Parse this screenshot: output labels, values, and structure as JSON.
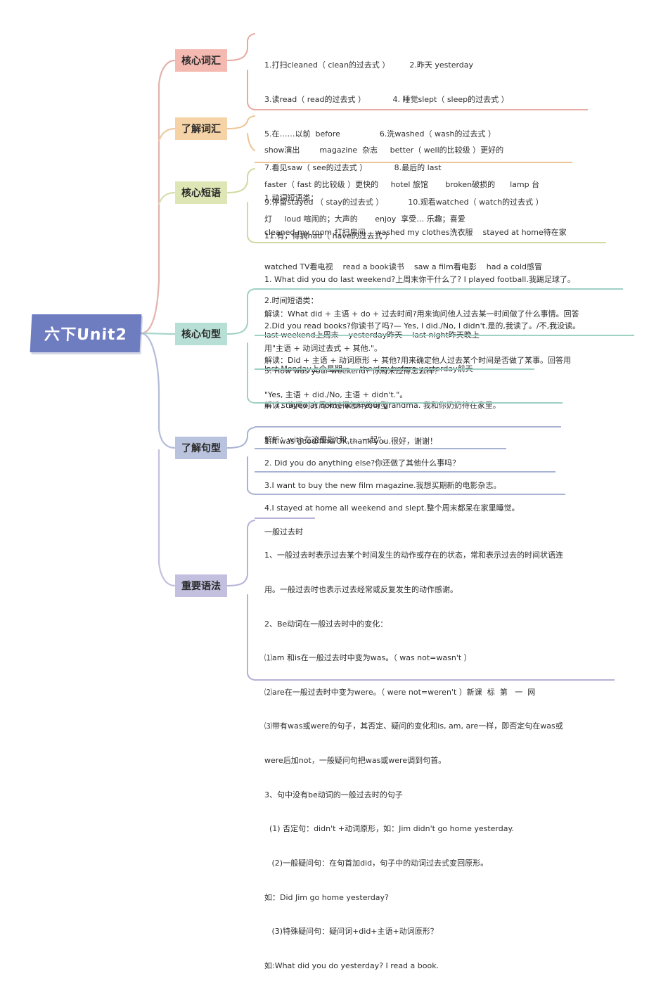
{
  "root": {
    "title": "六下Unit2"
  },
  "branches": {
    "core_vocab": {
      "label": "核心词汇",
      "lines": [
        "1.打扫cleaned（ clean的过去式 ）        2.昨天 yesterday",
        "3.读read（ read的过去式 ）           4. 睡觉slept（ sleep的过去式 ）",
        "5.在……以前  before                6.洗washed（ wash的过去式 ）",
        "7.看见saw（ see的过去式 ）           8.最后的 last",
        "9.停留stayed （ stay的过去式 ）          10.观看watched（ watch的过去式 ）",
        "11.有，得病had（ have的过去式 ）"
      ]
    },
    "know_vocab": {
      "label": "了解词汇",
      "lines": [
        "show演出        magazine  杂志     better（ well的比较级 ）更好的",
        "faster（ fast 的比较级 ）更快的     hotel 旅馆       broken破损的      lamp 台",
        "灯     loud 喧闹的；大声的       enjoy  享受… 乐趣；喜爱"
      ]
    },
    "core_phrases": {
      "label": "核心短语",
      "lines": [
        "1.动词短语类：",
        "cleaned my room 打扫房间    washed my clothes洗衣服    stayed at home待在家",
        "watched TV看电视    read a book读书    saw a film看电影    had a cold感冒",
        "2.时间短语类：",
        "last weekend上周末    yesterday昨天    last night昨天晚上",
        "last Monday上个星期一    the day before yesterday前天"
      ]
    },
    "core_sentences": {
      "label": "核心句型",
      "items": [
        {
          "lines": [
            "1. What did you do last weekend?上周末你干什么了? I played football.我踢足球了。",
            "解读：What did + 主语 + do + 过去时间?用来询问他人过去某一时间做了什么事情。回答",
            "用\"主语 + 动词过去式 + 其他.\"。"
          ]
        },
        {
          "lines": [
            "2.Did you read books?你读书了吗?— Yes, I did./No, I didn't.是的,我读了。/不,我没读。",
            "解读：Did + 主语 + 动词原形 + 其他?用来确定他人过去某个时间是否做了某事。回答用",
            "\"Yes, 主语 + did./No, 主语 + didn't.\"。"
          ]
        },
        {
          "lines": [
            "3. How was your weekend? 你周末过得怎么样？",
            "解读：询问对方周末过得怎样的句型"
          ]
        },
        {
          "lines": [
            "4.  I stayed at home with your grandma. 我和你奶奶待在家里。",
            "解析：with在这里指“和……一起”。"
          ]
        }
      ]
    },
    "know_sentences": {
      "label": "了解句型",
      "items": [
        "1.It was good/fine/OK,thank you.很好，谢谢！",
        "2. Did you do anything else?你还做了其他什么事吗？",
        "3.I want to buy the new film magazine.我想买期新的电影杂志。",
        "4.I stayed at home all weekend and slept.整个周末都呆在家里睡觉。"
      ]
    },
    "grammar": {
      "label": "重要语法",
      "heading": "一般过去时",
      "lines": [
        "1、一般过去时表示过去某个时间发生的动作或存在的状态，常和表示过去的时间状语连",
        "用。一般过去时也表示过去经常或反复发生的动作感谢。",
        "2、Be动词在一般过去时中的变化：",
        "⑴am 和is在一般过去时中变为was。（ was not=wasn't ）",
        "⑵are在一般过去时中变为were。（ were not=weren't ）新课  标  第   一  网",
        "⑶带有was或were的句子，其否定、疑问的变化和is, am, are一样，即否定句在was或",
        "were后加not，一般疑问句把was或were调到句首。",
        "3、句中没有be动词的一般过去时的句子",
        "  (1) 否定句：didn't +动词原形，如：Jim didn't go home yesterday.",
        "   (2)一般疑问句：在句首加did，句子中的动词过去式变回原形。",
        "如：Did Jim go home yesterday?",
        "   (3)特殊疑问句：疑问词+did+主语+动词原形？",
        "如:What did you do yesterday? I read a book."
      ]
    }
  },
  "colors": {
    "root": "#6e7cc0",
    "core_vocab": "#f4b9b1",
    "know_vocab": "#f6d3a6",
    "core_phrases": "#dfe6b5",
    "core_sentences": "#b8dfd6",
    "know_sentences": "#b9c3de",
    "grammar": "#c2bfdf"
  }
}
